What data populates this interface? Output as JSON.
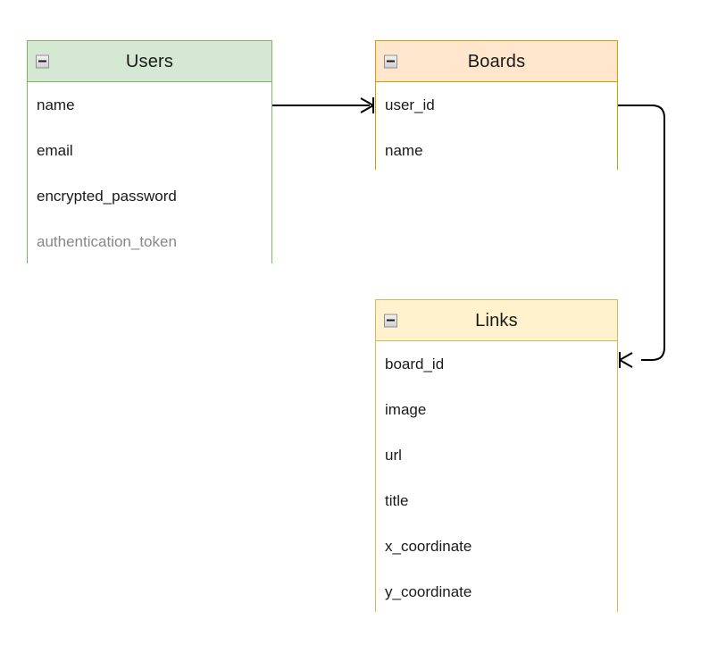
{
  "diagram": {
    "type": "entity-relationship-diagram",
    "background": "#ffffff",
    "entities": [
      {
        "id": "users",
        "title": "Users",
        "collapse_icon": "minus-box-icon",
        "header_color": "#d5e8d4",
        "border_color": "#82b366",
        "fields": [
          {
            "name": "name",
            "muted": false
          },
          {
            "name": "email",
            "muted": false
          },
          {
            "name": "encrypted_password",
            "muted": false
          },
          {
            "name": "authentication_token",
            "muted": true
          }
        ]
      },
      {
        "id": "boards",
        "title": "Boards",
        "collapse_icon": "minus-box-icon",
        "header_color": "#ffe6cc",
        "border_color": "#d79b00",
        "fields": [
          {
            "name": "user_id",
            "muted": false
          },
          {
            "name": "name",
            "muted": false
          }
        ]
      },
      {
        "id": "links",
        "title": "Links",
        "collapse_icon": "minus-box-icon",
        "header_color": "#fff2cc",
        "border_color": "#d6b656",
        "fields": [
          {
            "name": "board_id",
            "muted": false
          },
          {
            "name": "image",
            "muted": false
          },
          {
            "name": "url",
            "muted": false
          },
          {
            "name": "title",
            "muted": false
          },
          {
            "name": "x_coordinate",
            "muted": false
          },
          {
            "name": "y_coordinate",
            "muted": false
          }
        ]
      }
    ],
    "relationships": [
      {
        "id": "users-to-boards",
        "from": "Users",
        "to": "Boards.user_id",
        "notation": "crows-foot",
        "cardinality": "one-to-many",
        "line_color": "#000000"
      },
      {
        "id": "boards-to-links",
        "from": "Boards",
        "to": "Links.board_id",
        "notation": "crows-foot",
        "cardinality": "one-to-many",
        "line_color": "#000000"
      }
    ]
  }
}
